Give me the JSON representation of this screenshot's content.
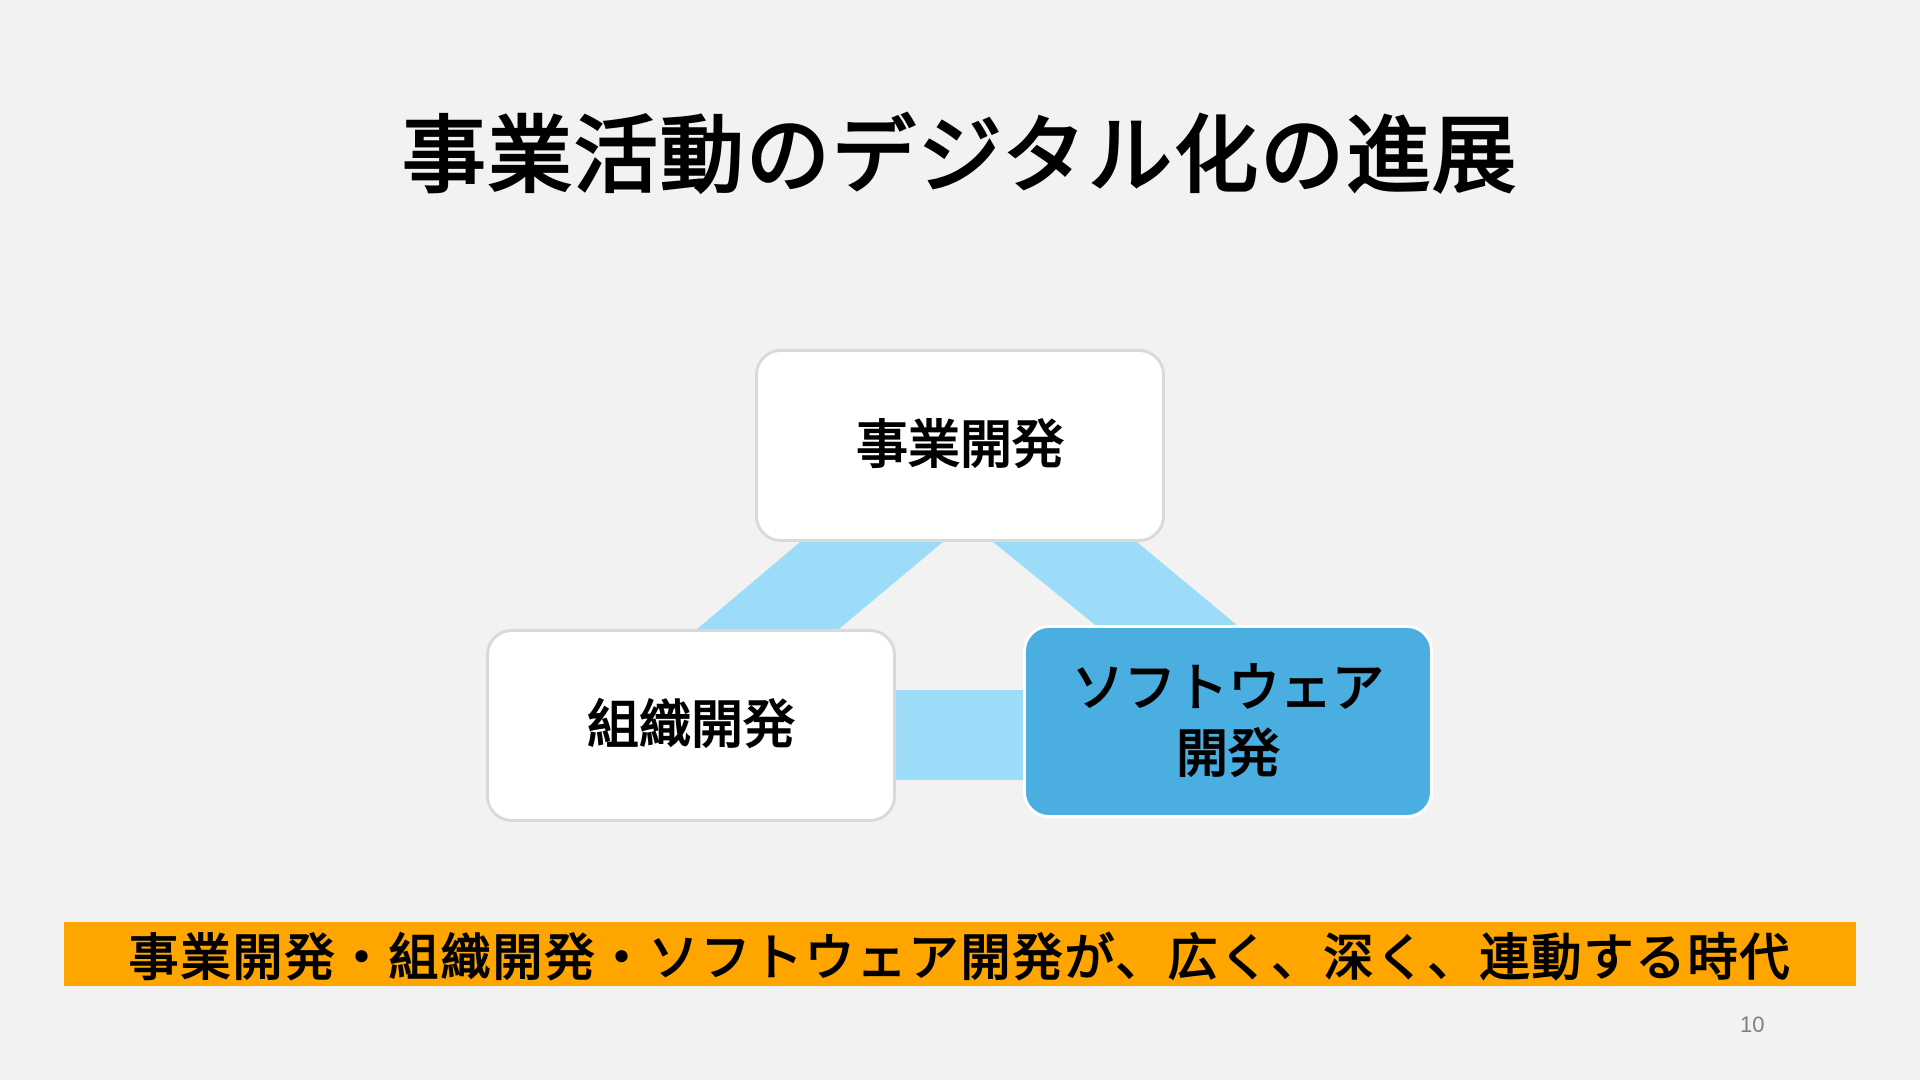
{
  "slide": {
    "title": "事業活動のデジタル化の進展",
    "page_number": "10"
  },
  "diagram": {
    "nodes": {
      "top": "事業開発",
      "left": "組織開発",
      "right_line1": "ソフトウェア",
      "right_line2": "開発"
    },
    "colors": {
      "connector": "#9cdcf8",
      "highlight_node": "#4aaee0",
      "node": "#ffffff",
      "node_border": "#d9d9d9"
    }
  },
  "banner": {
    "text": "事業開発・組織開発・ソフトウェア開発が、広く、深く、連動する時代",
    "color": "#ffa500"
  }
}
